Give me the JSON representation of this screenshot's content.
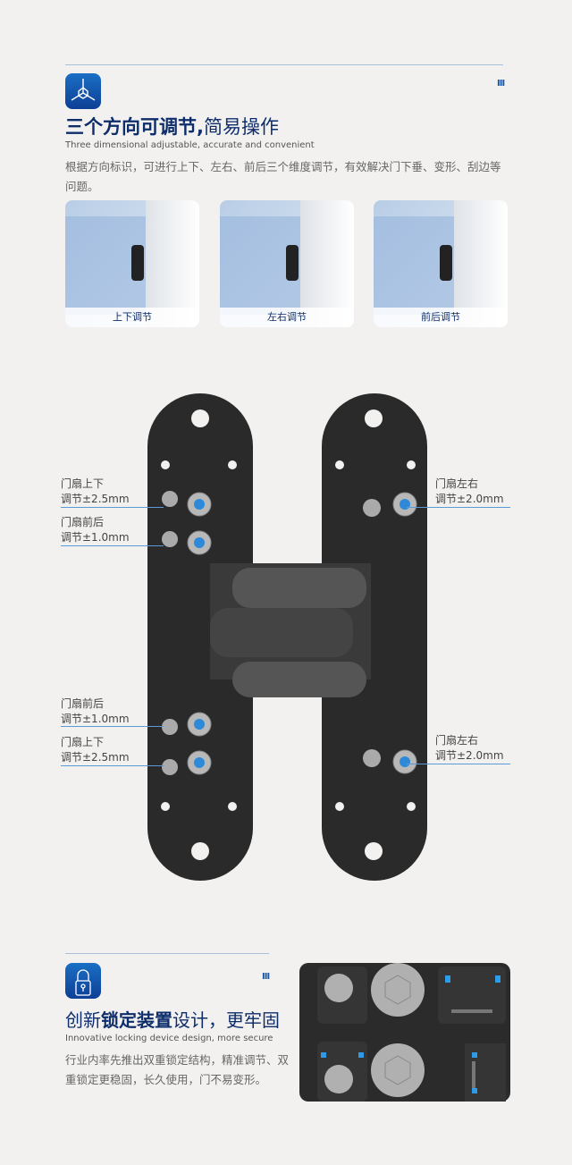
{
  "section1": {
    "title_bold": "三个方向可调节,",
    "title_light": "简易操作",
    "subtitle": "Three dimensional adjustable, accurate and convenient",
    "description": "根据方向标识，可进行上下、左右、前后三个维度调节，有效解决门下垂、变形、刮边等问题。",
    "cards": [
      {
        "label": "上下调节"
      },
      {
        "label": "左右调节"
      },
      {
        "label": "前后调节"
      }
    ]
  },
  "callouts": {
    "left": [
      {
        "line1": "门扇上下",
        "line2": "调节±2.5mm"
      },
      {
        "line1": "门扇前后",
        "line2": "调节±1.0mm"
      },
      {
        "line1": "门扇前后",
        "line2": "调节±1.0mm"
      },
      {
        "line1": "门扇上下",
        "line2": "调节±2.5mm"
      }
    ],
    "right": [
      {
        "line1": "门扇左右",
        "line2": "调节±2.0mm"
      },
      {
        "line1": "门扇左右",
        "line2": "调节±2.0mm"
      }
    ]
  },
  "section2": {
    "title_a": "创新",
    "title_bold": "锁定装置",
    "title_b": "设计，更牢固",
    "subtitle": "Innovative locking device design, more secure",
    "description": "行业内率先推出双重锁定结构，精准调节、双重锁定更稳固，长久使用，门不易变形。"
  },
  "colors": {
    "accent": "#0e2d6b",
    "icon_blue": "#1a6fc4",
    "callout_line": "#5a9ad6"
  }
}
